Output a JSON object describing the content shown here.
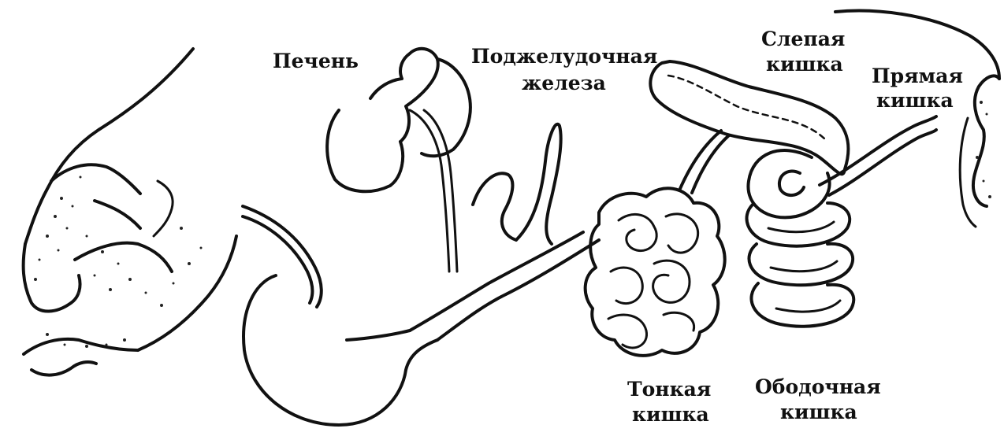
{
  "labels": {
    "liver": "Печень",
    "pancreas_line1": "Поджелудочная",
    "pancreas_line2": "железа",
    "cecum_line1": "Слепая",
    "cecum_line2": "кишка",
    "rectum_line1": "Прямая",
    "rectum_line2": "кишка",
    "small_intestine_line1": "Тонкая",
    "small_intestine_line2": "кишка",
    "colon_line1": "Ободочная",
    "colon_line2": "кишка"
  },
  "colors": {
    "ink": "#111111",
    "background": "#ffffff"
  }
}
